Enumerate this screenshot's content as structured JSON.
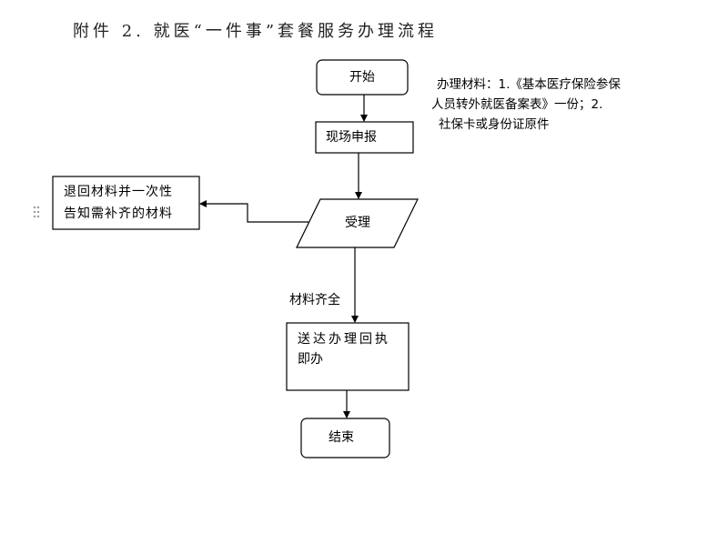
{
  "title": "附件 2. 就医“一件事”套餐服务办理流程",
  "nodes": {
    "start": "开始",
    "report": "现场申报",
    "accept": "受理",
    "reject_line1": "退回材料并一次性",
    "reject_line2": "告知需补齐的材料",
    "deliver_line1": "送达办理回执",
    "deliver_line2": "即办",
    "end": "结束"
  },
  "edge_labels": {
    "complete": "材料齐全"
  },
  "note": {
    "line1": "办理材料：1.《基本医疗保险参保",
    "line2": "人员转外就医备案表》一份；2.",
    "line3": "社保卡或身份证原件"
  },
  "handle_icon": "drag-handle-icon"
}
